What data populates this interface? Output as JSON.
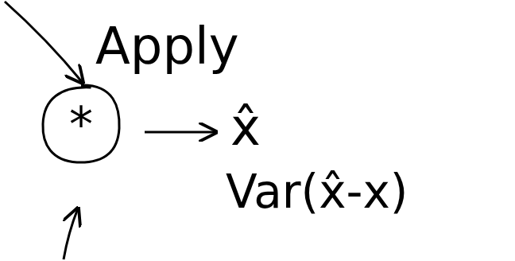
{
  "diagram": {
    "nodes": [
      {
        "text": [
          "*"
        ]
      }
    ],
    "labels": [
      "Apply",
      "x̂",
      "Var(x̂-x)"
    ]
  }
}
